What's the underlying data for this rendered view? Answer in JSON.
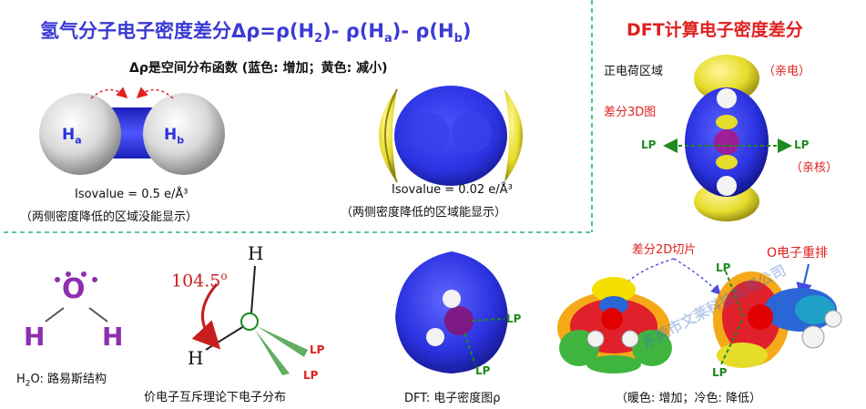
{
  "top_left": {
    "title": "氢气分子电子密度差分Δρ=ρ(H₂)- ρ(Hₐ)- ρ(H_b)",
    "title_parts": {
      "pre": "氢气分子电子密度差分Δρ=ρ(H",
      "sub1": "2",
      "mid1": ")- ρ(H",
      "sub2": "a",
      "mid2": ")- ρ(H",
      "sub3": "b",
      "post": ")"
    },
    "subtitle": "Δρ是空间分布函数 (蓝色: 增加；黄色: 减小)",
    "left_model": {
      "atom_a": "H",
      "atom_a_sub": "a",
      "atom_b": "H",
      "atom_b_sub": "b",
      "isovalue": "Isovalue = 0.5 e/Å³",
      "note": "（两侧密度降低的区域没能显示）"
    },
    "right_model": {
      "isovalue": "Isovalue = 0.02 e/Å³",
      "note": "（两侧密度降低的区域能显示）"
    }
  },
  "top_right": {
    "title": "DFT计算电子密度差分",
    "label_positive": "正电荷区域",
    "label_electrophilic": "（亲电）",
    "label_3d": "差分3D图",
    "label_nucleophilic": "（亲核）",
    "lp_left": "LP",
    "lp_right": "LP"
  },
  "bottom": {
    "lewis": {
      "o": "O",
      "h_left": "H",
      "h_right": "H",
      "caption_pre": "H",
      "caption_sub": "2",
      "caption_post": "O: 路易斯结构"
    },
    "vsepr": {
      "angle": "104.5",
      "angle_unit": "o",
      "h_top": "H",
      "h_bottom": "H",
      "lp1": "LP",
      "lp2": "LP",
      "caption": "价电子互斥理论下电子分布"
    },
    "dft_density": {
      "lp1": "LP",
      "lp2": "LP",
      "caption": "DFT: 电子密度图ρ"
    },
    "slices": {
      "label_2d": "差分2D切片",
      "label_o_rearrange": "O电子重排",
      "lp1": "LP",
      "lp2": "LP",
      "caption": "（暖色: 增加；冷色: 降低）",
      "watermark": "东莞市文莱科技有限公司"
    }
  },
  "colors": {
    "title_blue": "#3a3ad6",
    "red_text": "#e02020",
    "lp_green": "#1f8a1f",
    "divider_green": "#2fb36a",
    "density_blue": "#2b32e0",
    "density_yellow": "#e6dc2a",
    "lewis_purple": "#8e2fb0",
    "vsepr_red": "#c81e1e"
  }
}
